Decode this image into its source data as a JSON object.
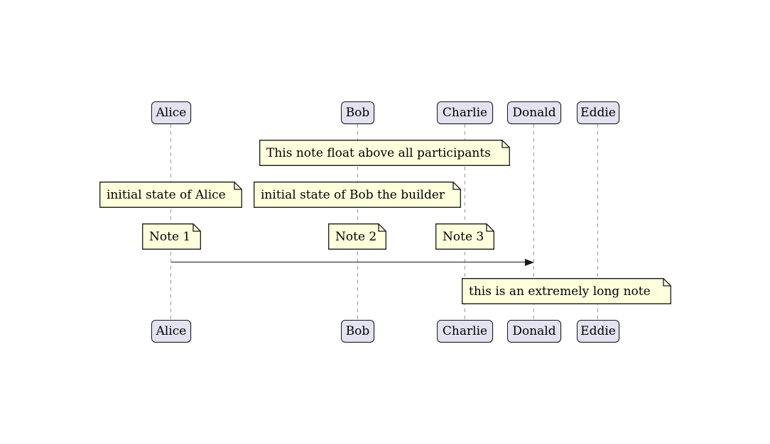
{
  "colors": {
    "background": "#FFFFFF",
    "text": "#000000",
    "participant_fill": "#E2E2F0",
    "participant_border": "#181818",
    "note_fill": "#FEFFDD",
    "note_border": "#181818",
    "lifeline": "#999999",
    "arrow": "#181818"
  },
  "participants": [
    {
      "name": "Alice"
    },
    {
      "name": "Bob"
    },
    {
      "name": "Charlie"
    },
    {
      "name": "Donald"
    },
    {
      "name": "Eddie"
    }
  ],
  "notes": {
    "float_note": "This note float above all participants",
    "alice_note": "initial state of Alice",
    "bob_note": "initial state of Bob the builder",
    "note1": "Note 1",
    "note2": "Note 2",
    "note3": "Note 3",
    "long_note": "this is an extremely long note"
  },
  "message": {
    "from": "Alice",
    "to": "Donald",
    "label": ""
  }
}
